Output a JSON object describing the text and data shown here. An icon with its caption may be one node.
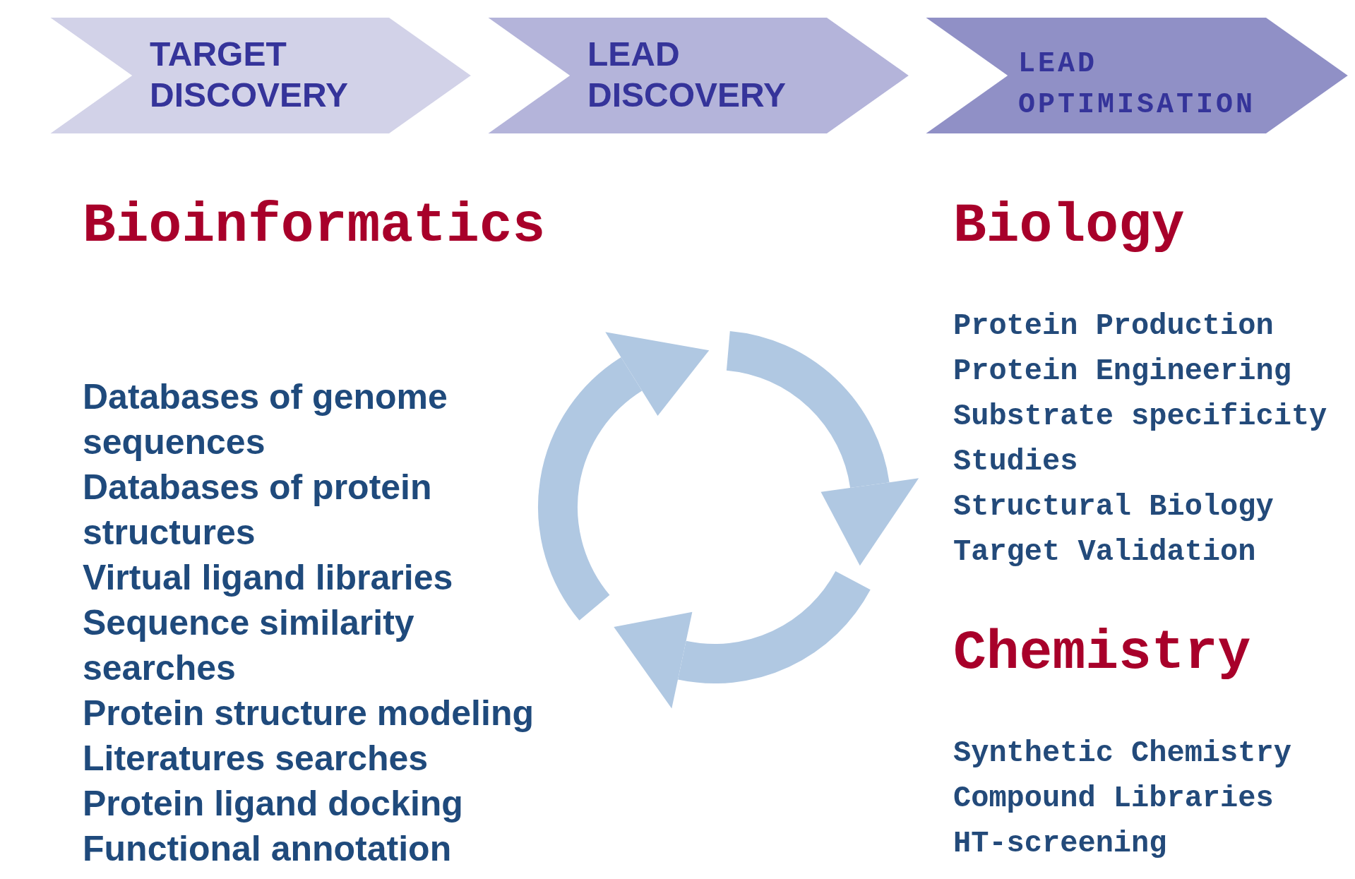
{
  "diagram": {
    "nodes": [
      {
        "text": [
          "TARGET DISCOVERY"
        ]
      },
      {
        "text": [
          "LEAD DISCOVERY"
        ]
      },
      {
        "text": [
          "LEAD OPTIMISATION"
        ]
      }
    ],
    "labels": [
      "Bioinformatics",
      "Databases of genome sequences",
      "Databases of protein structures",
      "Virtual ligand libraries",
      "Sequence similarity searches",
      "Protein structure modeling",
      "Literatures searches",
      "Protein ligand docking",
      "Functional annotation",
      "Biology",
      "Protein Production",
      "Protein Engineering",
      "Substrate specificity Studies",
      "Structural Biology",
      "Target Validation",
      "Chemistry",
      "Synthetic Chemistry",
      "Compound Libraries",
      "HT-screening"
    ]
  }
}
